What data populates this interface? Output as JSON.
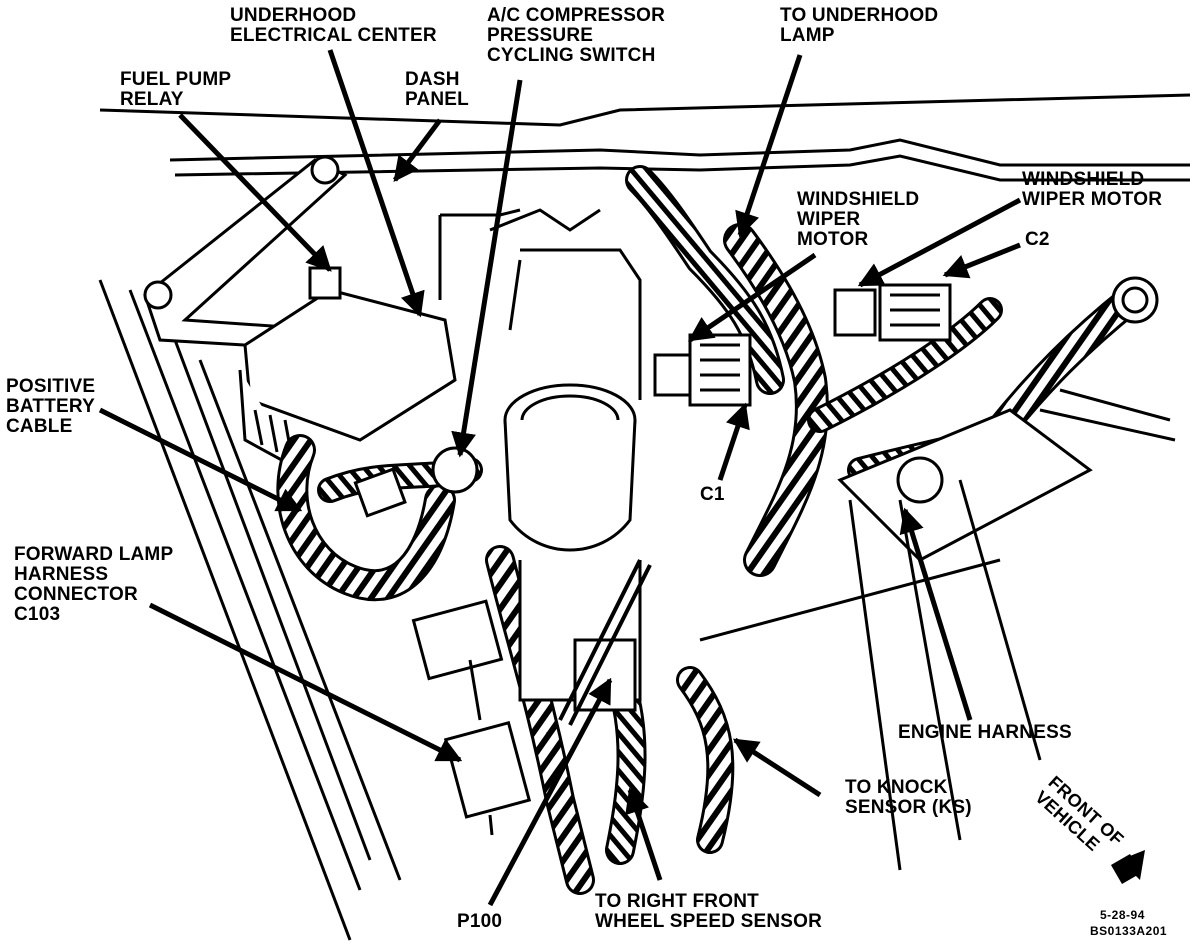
{
  "labels": {
    "underhood_center": [
      "UNDERHOOD",
      "ELECTRICAL CENTER"
    ],
    "ac_switch": [
      "A/C COMPRESSOR",
      "PRESSURE",
      "CYCLING SWITCH"
    ],
    "underhood_lamp": [
      "TO UNDERHOOD",
      "LAMP"
    ],
    "fuel_pump_relay": [
      "FUEL PUMP",
      "RELAY"
    ],
    "dash_panel": [
      "DASH",
      "PANEL"
    ],
    "wiper_motor_right": [
      "WINDSHIELD",
      "WIPER MOTOR"
    ],
    "wiper_motor_mid": [
      "WINDSHIELD",
      "WIPER",
      "MOTOR"
    ],
    "c2": "C2",
    "positive_battery": [
      "POSITIVE",
      "BATTERY",
      "CABLE"
    ],
    "c1": "C1",
    "forward_lamp": [
      "FORWARD LAMP",
      "HARNESS",
      "CONNECTOR",
      "C103"
    ],
    "engine_harness": "ENGINE HARNESS",
    "knock_sensor": [
      "TO KNOCK",
      "SENSOR (KS)"
    ],
    "front_of_vehicle": [
      "FRONT OF",
      "VEHICLE"
    ],
    "p100": "P100",
    "wheel_speed": [
      "TO RIGHT FRONT",
      "WHEEL SPEED SENSOR"
    ],
    "date_code": "5-28-94",
    "figure_id": "BS0133A201"
  },
  "colors": {
    "ink": "#000000",
    "paper": "#ffffff"
  },
  "icons": {
    "front_indicator": "front-arrow-icon"
  }
}
